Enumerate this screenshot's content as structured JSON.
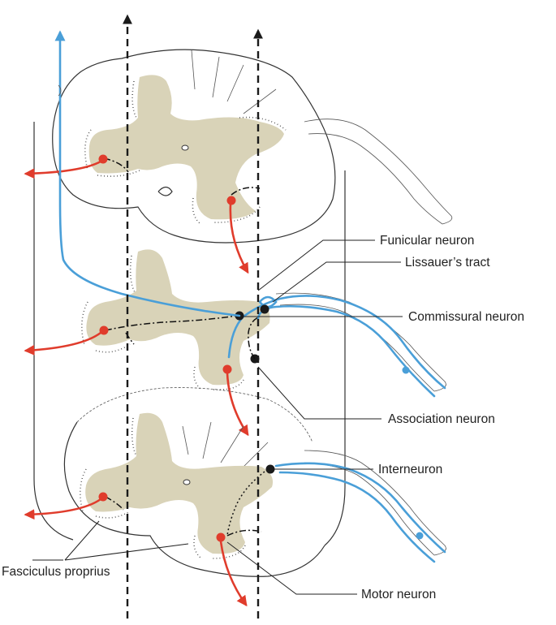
{
  "labels": {
    "funicular_neuron": "Funicular neuron",
    "lissauers_tract": "Lissauer’s tract",
    "commissural_neuron": "Commissural neuron",
    "association_neuron": "Association neuron",
    "interneuron": "Interneuron",
    "fasciculus_proprius": "Fasciculus proprius",
    "motor_neuron": "Motor neuron"
  },
  "colors": {
    "sensory_fiber": "#4a9fd8",
    "motor_fiber": "#e03c2c",
    "gray_matter": "#d9d3b8",
    "neuron_body": "#1a1a1a"
  }
}
